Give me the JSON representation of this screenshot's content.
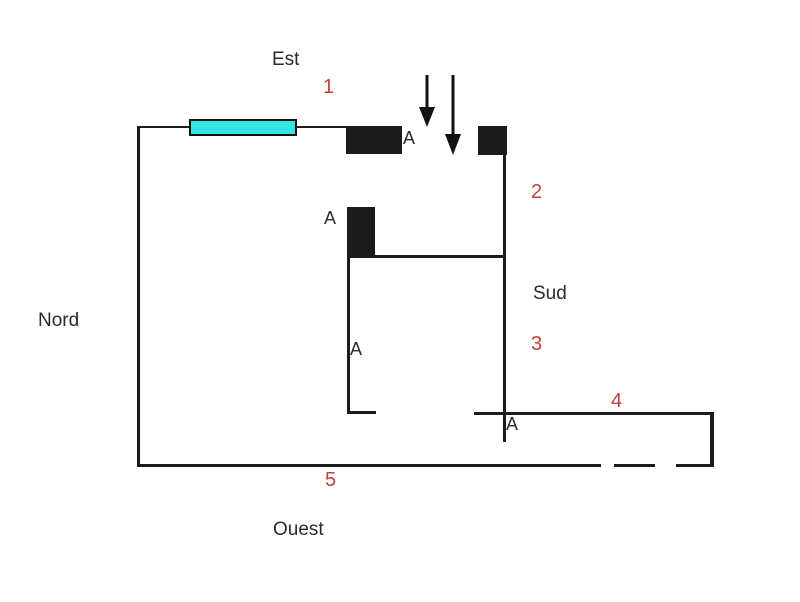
{
  "diagram": {
    "type": "floor-plan",
    "compass": {
      "est": "Est",
      "nord": "Nord",
      "sud": "Sud",
      "ouest": "Ouest"
    },
    "wall_numbers": {
      "n1": "1",
      "n2": "2",
      "n3": "3",
      "n4": "4",
      "n5": "5"
    },
    "door_labels": {
      "a1": "A",
      "a2": "A",
      "a3": "A",
      "a4": "A"
    },
    "icons": {
      "entrance_arrows": "down-arrow-icon"
    },
    "colors": {
      "wall": "#1b1b1b",
      "number": "#c0403e",
      "label": "#2b2b2b",
      "window": "#35e5e5",
      "background": "#ffffff"
    }
  }
}
